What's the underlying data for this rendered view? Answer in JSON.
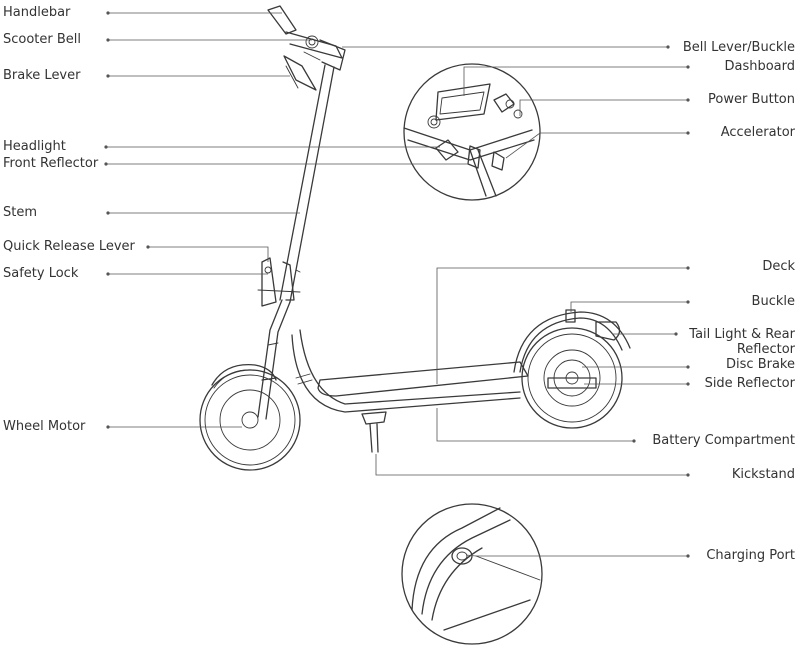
{
  "labels": {
    "handlebar": "Handlebar",
    "scooter_bell": "Scooter Bell",
    "brake_lever": "Brake Lever",
    "headlight": "Headlight",
    "front_reflector": "Front Reflector",
    "stem": "Stem",
    "quick_release_lever": "Quick Release Lever",
    "safety_lock": "Safety Lock",
    "wheel_motor": "Wheel Motor",
    "bell_lever_buckle": "Bell Lever/Buckle",
    "dashboard": "Dashboard",
    "power_button": "Power Button",
    "accelerator": "Accelerator",
    "deck": "Deck",
    "buckle": "Buckle",
    "tail_light_line1": "Tail Light & Rear",
    "tail_light_line2": "Reflector",
    "disc_brake": "Disc Brake",
    "side_reflector": "Side Reflector",
    "battery_compartment": "Battery Compartment",
    "kickstand": "Kickstand",
    "charging_port": "Charging Port"
  }
}
